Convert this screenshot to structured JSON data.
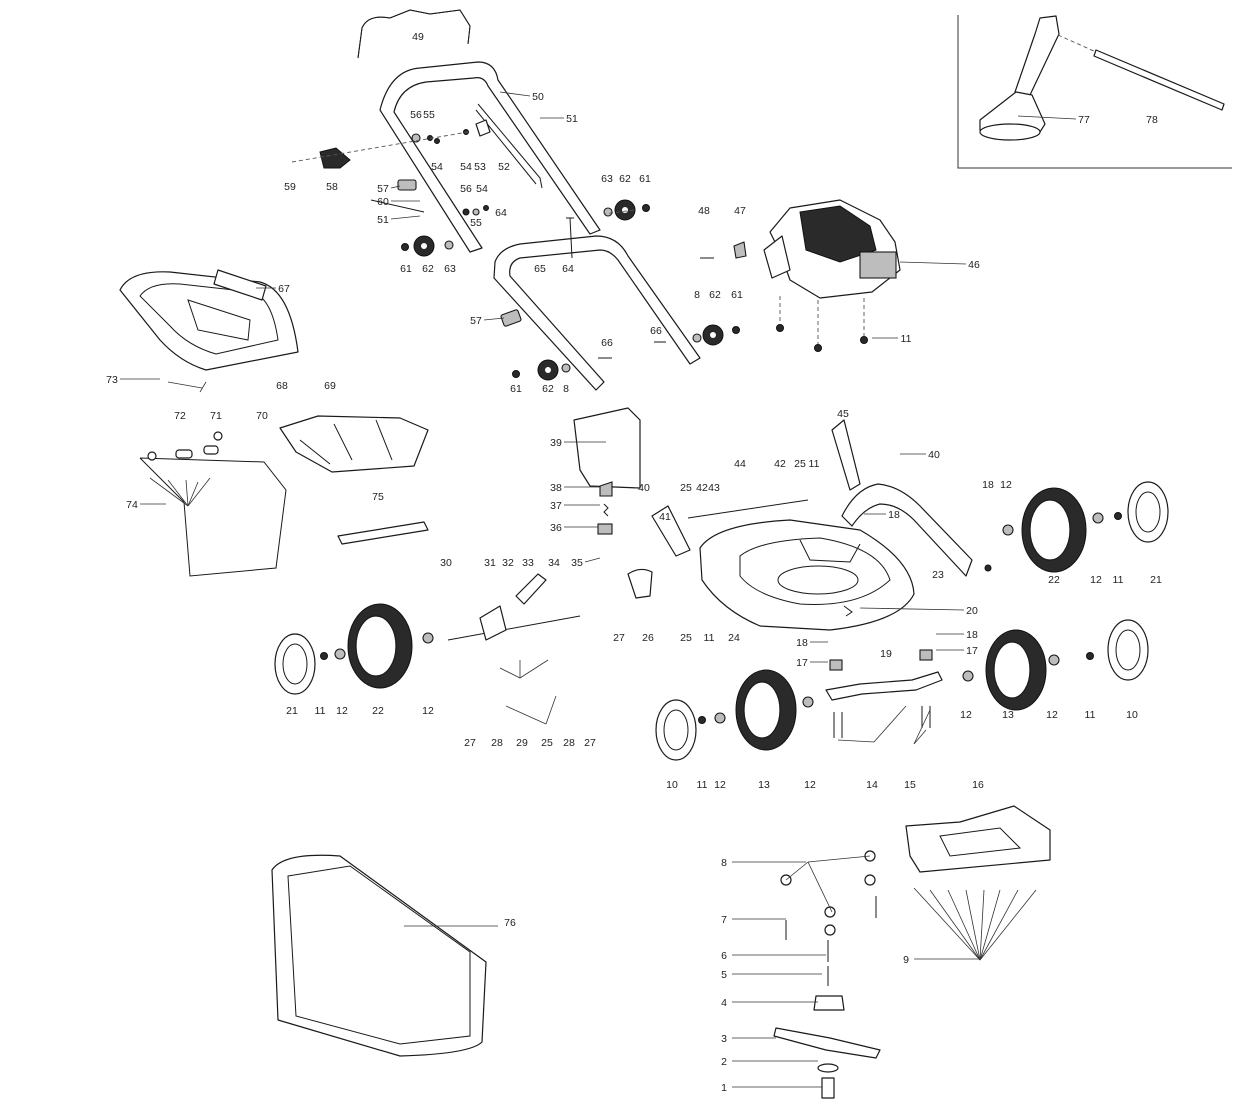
{
  "labels": [
    "1",
    "2",
    "3",
    "4",
    "5",
    "6",
    "7",
    "8",
    "9",
    "10",
    "11",
    "12",
    "13",
    "14",
    "15",
    "16",
    "17",
    "18",
    "19",
    "20",
    "21",
    "22",
    "23",
    "24",
    "25",
    "26",
    "27",
    "28",
    "29",
    "30",
    "31",
    "32",
    "33",
    "34",
    "35",
    "36",
    "37",
    "38",
    "39",
    "40",
    "41",
    "42",
    "43",
    "44",
    "45",
    "46",
    "47",
    "48",
    "49",
    "50",
    "51",
    "52",
    "53",
    "54",
    "55",
    "56",
    "57",
    "58",
    "59",
    "60",
    "61",
    "62",
    "63",
    "64",
    "65",
    "66",
    "67",
    "68",
    "69",
    "70",
    "71",
    "72",
    "73",
    "74",
    "75",
    "76",
    "77",
    "78"
  ]
}
